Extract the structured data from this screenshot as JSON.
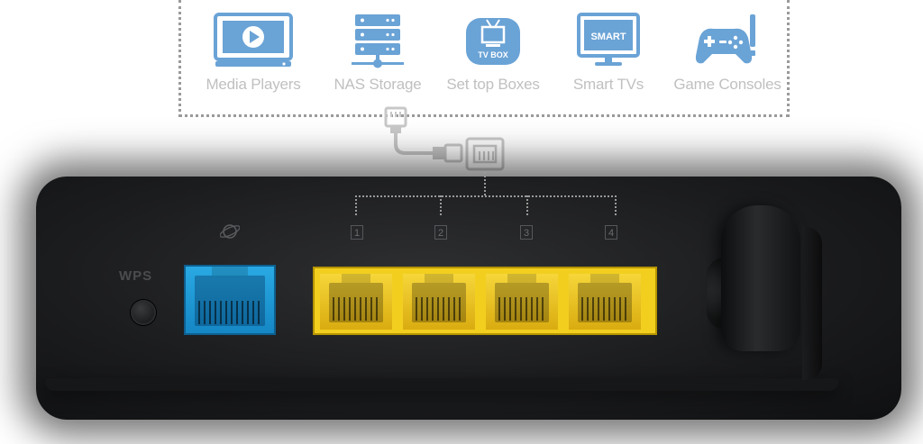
{
  "devices": [
    {
      "label": "Media Players",
      "icon": "media-player-icon"
    },
    {
      "label": "NAS Storage",
      "icon": "nas-storage-icon"
    },
    {
      "label": "Set top Boxes",
      "icon": "set-top-box-icon",
      "badge": "TV BOX"
    },
    {
      "label": "Smart TVs",
      "icon": "smart-tv-icon",
      "badge": "SMART"
    },
    {
      "label": "Game Consoles",
      "icon": "game-console-icon"
    }
  ],
  "router": {
    "wps_label": "WPS",
    "lan_ports": [
      "1",
      "2",
      "3",
      "4"
    ]
  },
  "colors": {
    "device_icon": "#6aa3d6",
    "device_label": "#c0c0c0",
    "wan_port": "#1f9cd8",
    "lan_port": "#f2cf1f",
    "cable": "#c8c8c8"
  }
}
